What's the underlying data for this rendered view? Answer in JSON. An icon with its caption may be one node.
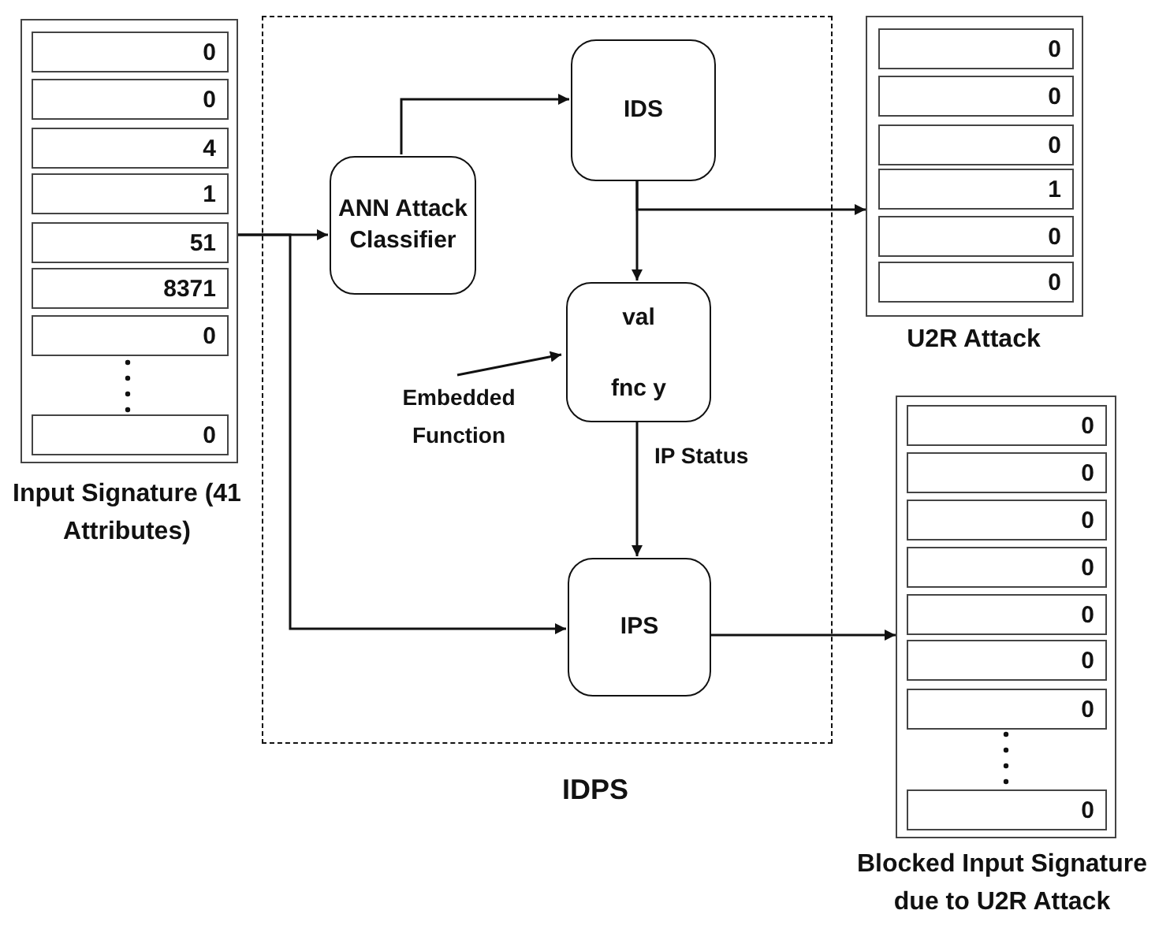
{
  "diagram": {
    "nodes": [
      {
        "text": [
          "Input Signature (41 Attributes)"
        ]
      },
      {
        "text": [
          "0"
        ],
        "in": 0
      },
      {
        "text": [
          "0"
        ],
        "in": 0
      },
      {
        "text": [
          "4"
        ],
        "in": 0
      },
      {
        "text": [
          "1"
        ],
        "in": 0
      },
      {
        "text": [
          "51"
        ],
        "in": 0
      },
      {
        "text": [
          "8371"
        ],
        "in": 0
      },
      {
        "text": [
          "0"
        ],
        "in": 0
      },
      {
        "text": [
          "0"
        ],
        "in": 0
      },
      {
        "text": [
          "IDPS"
        ]
      },
      {
        "text": [
          "ANN Attack Classifier"
        ],
        "in": 9
      },
      {
        "text": [
          "IDS"
        ],
        "in": 9
      },
      {
        "text": [
          "val",
          "fnc y"
        ],
        "in": 9
      },
      {
        "text": [
          "IPS"
        ],
        "in": 9
      },
      {
        "text": [
          "Embedded Function"
        ],
        "in": 9
      },
      {
        "text": [
          "U2R Attack"
        ]
      },
      {
        "text": [
          "0"
        ],
        "in": 15
      },
      {
        "text": [
          "0"
        ],
        "in": 15
      },
      {
        "text": [
          "0"
        ],
        "in": 15
      },
      {
        "text": [
          "1"
        ],
        "in": 15
      },
      {
        "text": [
          "0"
        ],
        "in": 15
      },
      {
        "text": [
          "0"
        ],
        "in": 15
      },
      {
        "text": [
          "Blocked Input Signature due to U2R Attack"
        ]
      },
      {
        "text": [
          "0"
        ],
        "in": 22
      },
      {
        "text": [
          "0"
        ],
        "in": 22
      },
      {
        "text": [
          "0"
        ],
        "in": 22
      },
      {
        "text": [
          "0"
        ],
        "in": 22
      },
      {
        "text": [
          "0"
        ],
        "in": 22
      },
      {
        "text": [
          "0"
        ],
        "in": 22
      },
      {
        "text": [
          "0"
        ],
        "in": 22
      },
      {
        "text": [
          "0"
        ],
        "in": 22
      }
    ],
    "edges": [
      {
        "from": 0,
        "to": 10,
        "arrow": "to"
      },
      {
        "from": 0,
        "to": 13,
        "arrow": "to"
      },
      {
        "from": 10,
        "to": 11,
        "arrow": "to"
      },
      {
        "from": 11,
        "to": 12,
        "arrow": "to"
      },
      {
        "from": 11,
        "to": 15,
        "arrow": "to"
      },
      {
        "from": 14,
        "to": 12,
        "arrow": "to"
      },
      {
        "from": 12,
        "to": 13,
        "arrow": "to",
        "label": "IP Status"
      },
      {
        "from": 13,
        "to": 22,
        "arrow": "to"
      }
    ]
  }
}
